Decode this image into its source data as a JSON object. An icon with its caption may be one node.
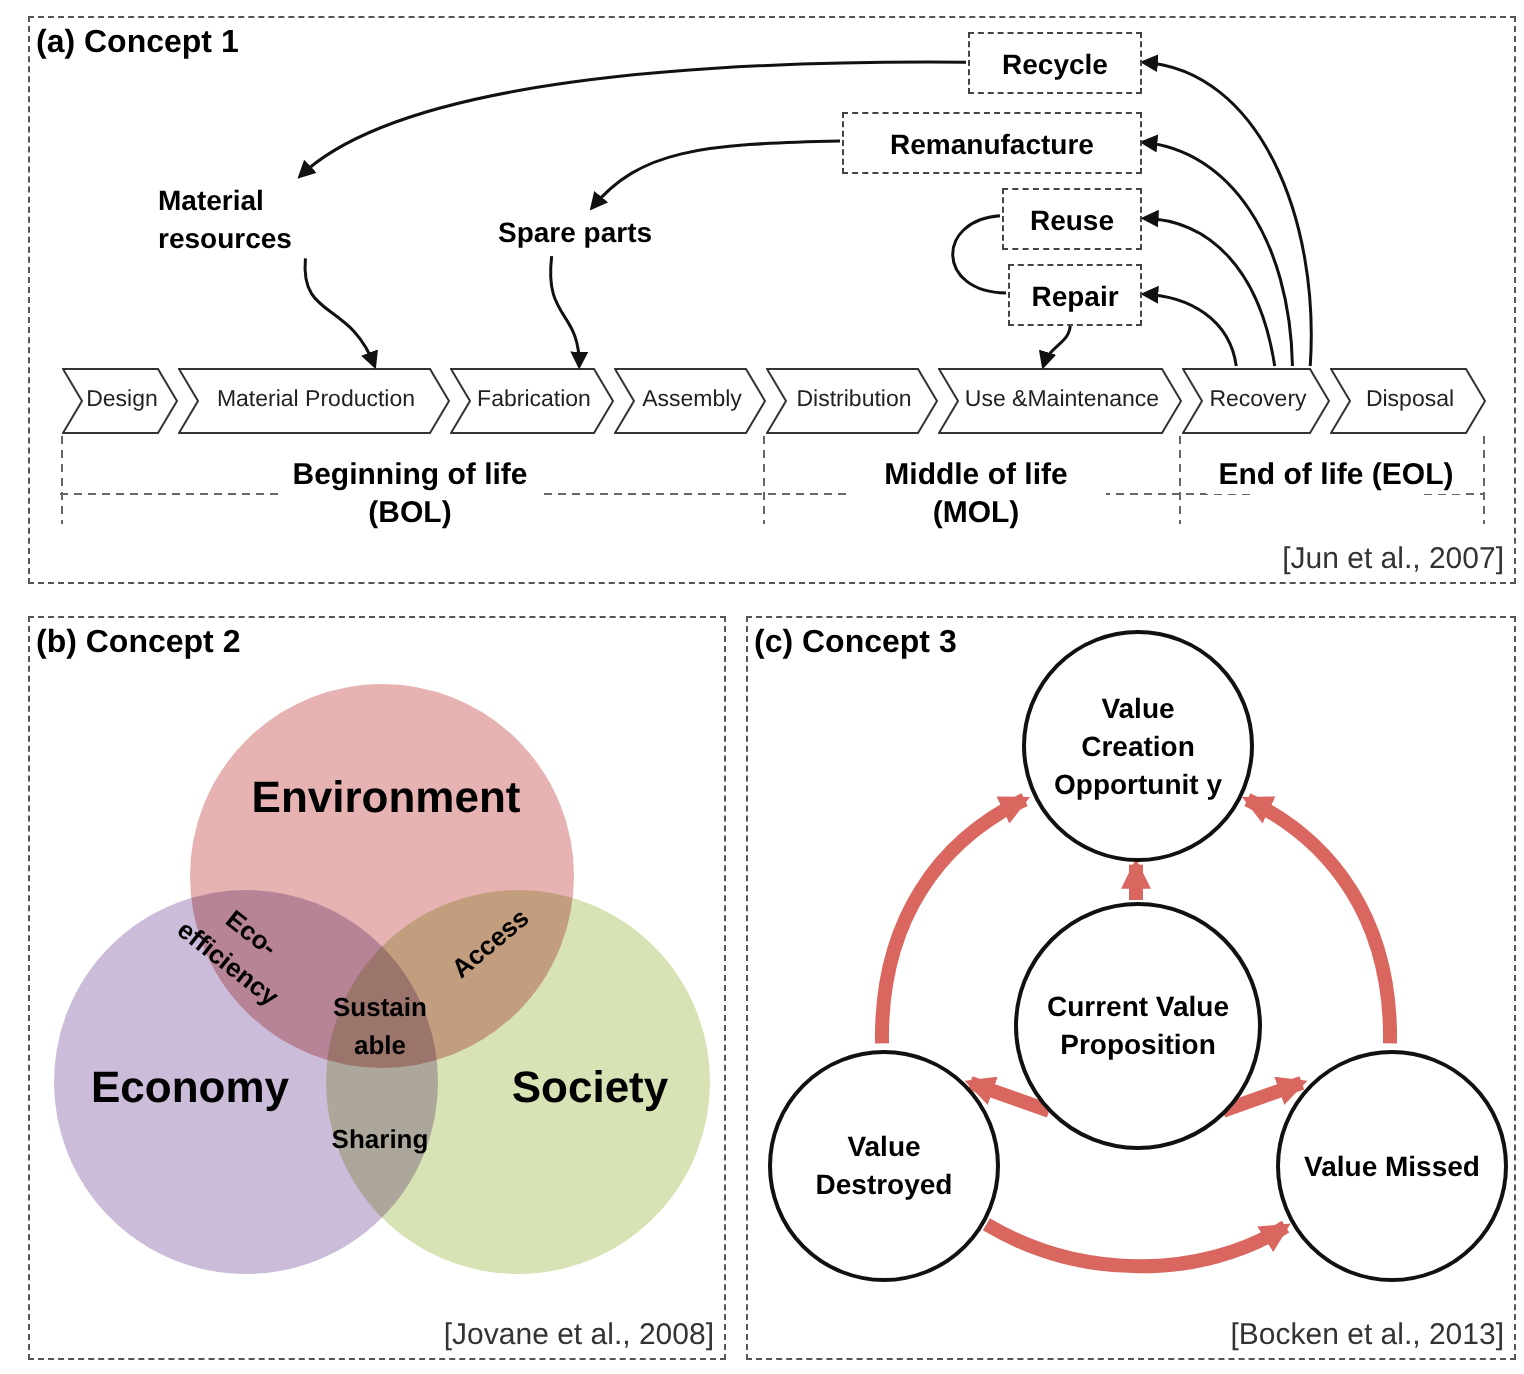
{
  "diagram": {
    "nodes": [
      {
        "text": [
          "(a) Concept 1",
          "[Jun et al., 2007]"
        ]
      },
      {
        "text": [
          "Recycle"
        ],
        "in": 0
      },
      {
        "text": [
          "Remanufacture"
        ],
        "in": 0
      },
      {
        "text": [
          "Reuse"
        ],
        "in": 0
      },
      {
        "text": [
          "Repair"
        ],
        "in": 0
      },
      {
        "text": [
          "Material resources"
        ],
        "in": 0
      },
      {
        "text": [
          "Spare parts"
        ],
        "in": 0
      },
      {
        "text": [
          "Design"
        ],
        "in": 0
      },
      {
        "text": [
          "Material Production"
        ],
        "in": 0
      },
      {
        "text": [
          "Fabrication"
        ],
        "in": 0
      },
      {
        "text": [
          "Assembly"
        ],
        "in": 0
      },
      {
        "text": [
          "Distribution"
        ],
        "in": 0
      },
      {
        "text": [
          "Use &Maintenance"
        ],
        "in": 0
      },
      {
        "text": [
          "Recovery"
        ],
        "in": 0
      },
      {
        "text": [
          "Disposal"
        ],
        "in": 0
      },
      {
        "text": [
          "(b) Concept 2",
          "[Jovane et al., 2008]"
        ]
      },
      {
        "text": [
          "Environment"
        ],
        "in": 15
      },
      {
        "text": [
          "Economy"
        ],
        "in": 15
      },
      {
        "text": [
          "Society"
        ],
        "in": 15
      },
      {
        "text": [
          "(c) Concept 3",
          "[Bocken et al., 2013]"
        ]
      },
      {
        "text": [
          "Value Creation Opportunit y"
        ],
        "in": 19
      },
      {
        "text": [
          "Current Value Proposition"
        ],
        "in": 19
      },
      {
        "text": [
          "Value Destroyed"
        ],
        "in": 19
      },
      {
        "text": [
          "Value Missed"
        ],
        "in": 19
      }
    ],
    "edges": [
      {
        "from": 1,
        "to": 5,
        "arrow": "to"
      },
      {
        "from": 2,
        "to": 6,
        "arrow": "to"
      },
      {
        "from": 3,
        "to": 4,
        "arrow": "none"
      },
      {
        "from": 13,
        "to": 1,
        "arrow": "to"
      },
      {
        "from": 13,
        "to": 2,
        "arrow": "to"
      },
      {
        "from": 13,
        "to": 3,
        "arrow": "to"
      },
      {
        "from": 13,
        "to": 4,
        "arrow": "to"
      },
      {
        "from": 4,
        "to": 12,
        "arrow": "to"
      },
      {
        "from": 5,
        "to": 8,
        "arrow": "to"
      },
      {
        "from": 6,
        "to": 9,
        "arrow": "to"
      },
      {
        "from": 22,
        "to": 20,
        "arrow": "to",
        "style": "thick",
        "color": "#d9675f"
      },
      {
        "from": 23,
        "to": 20,
        "arrow": "to",
        "style": "thick",
        "color": "#d9675f"
      },
      {
        "from": 22,
        "to": 23,
        "arrow": "to",
        "style": "thick",
        "color": "#d9675f"
      },
      {
        "from": 21,
        "to": 20,
        "arrow": "to",
        "style": "thick",
        "color": "#d9675f"
      },
      {
        "from": 21,
        "to": 22,
        "arrow": "to",
        "style": "thick",
        "color": "#d9675f"
      },
      {
        "from": 21,
        "to": 23,
        "arrow": "to",
        "style": "thick",
        "color": "#d9675f"
      }
    ],
    "labels": [
      "Beginning of life (BOL)",
      "Middle of life (MOL)",
      "End of life (EOL)",
      "Eco-efficiency",
      "Access",
      "Sustain able",
      "Sharing"
    ]
  }
}
